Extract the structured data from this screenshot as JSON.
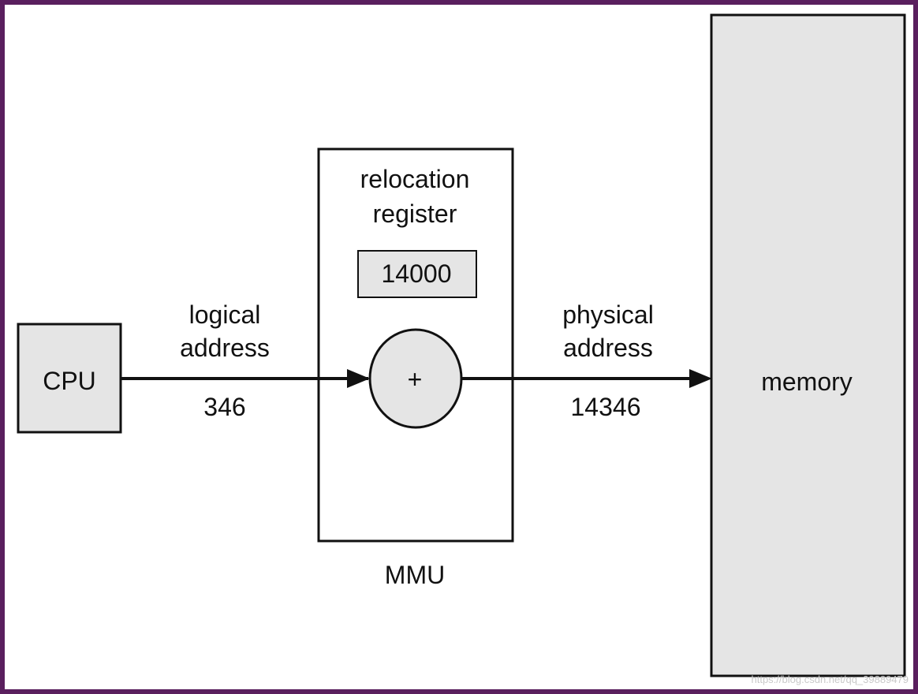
{
  "cpu": {
    "label": "CPU"
  },
  "logical": {
    "line1": "logical",
    "line2": "address",
    "value": "346"
  },
  "mmu": {
    "register_line1": "relocation",
    "register_line2": "register",
    "register_value": "14000",
    "adder_symbol": "+",
    "label": "MMU"
  },
  "physical": {
    "line1": "physical",
    "line2": "address",
    "value": "14346"
  },
  "memory": {
    "label": "memory"
  },
  "watermark": "https://blog.csdn.net/qq_39889479",
  "colors": {
    "frame": "#5a1f5e",
    "box_fill": "#e5e5e5",
    "stroke": "#111111"
  }
}
